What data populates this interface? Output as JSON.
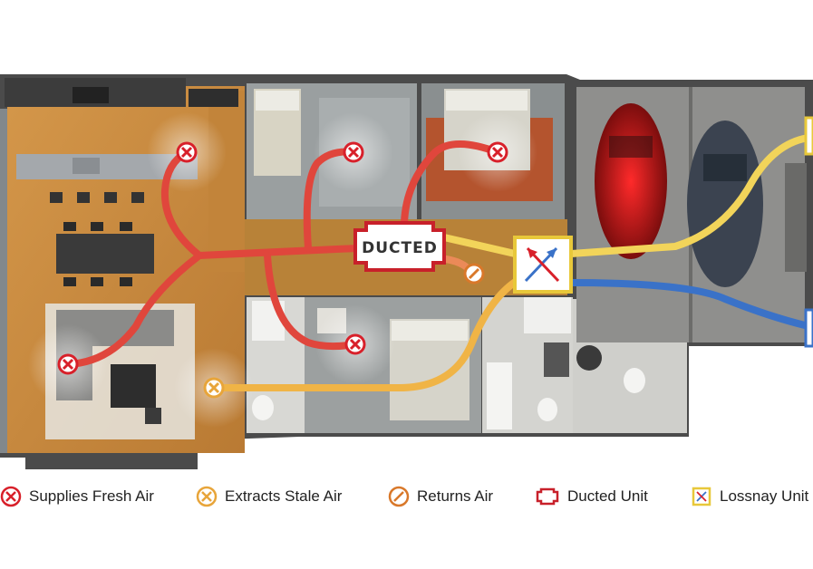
{
  "ducted_unit": {
    "label": "DUCTED"
  },
  "legend": [
    {
      "id": "supply",
      "label": "Supplies Fresh Air",
      "icon": "supply-air-icon",
      "color": "#d8202a"
    },
    {
      "id": "extract",
      "label": "Extracts Stale Air",
      "icon": "extract-air-icon",
      "color": "#e8a53a"
    },
    {
      "id": "return",
      "label": "Returns Air",
      "icon": "return-air-icon",
      "color": "#d9782a"
    },
    {
      "id": "ducted",
      "label": "Ducted Unit",
      "icon": "ducted-unit-icon",
      "color": "#c8202a"
    },
    {
      "id": "lossnay",
      "label": "Lossnay Unit",
      "icon": "lossnay-unit-icon",
      "color": "#e8c83a"
    }
  ],
  "colors": {
    "supply_duct": "#e0463c",
    "extract_duct": "#f0b446",
    "fresh_intake_duct": "#f2d45a",
    "exhaust_duct": "#3a72c8",
    "wood_floor": "#c98a3c",
    "tile_floor": "#dadad6",
    "garage_floor": "#8e8e8c",
    "wall": "#5a5a5a"
  }
}
